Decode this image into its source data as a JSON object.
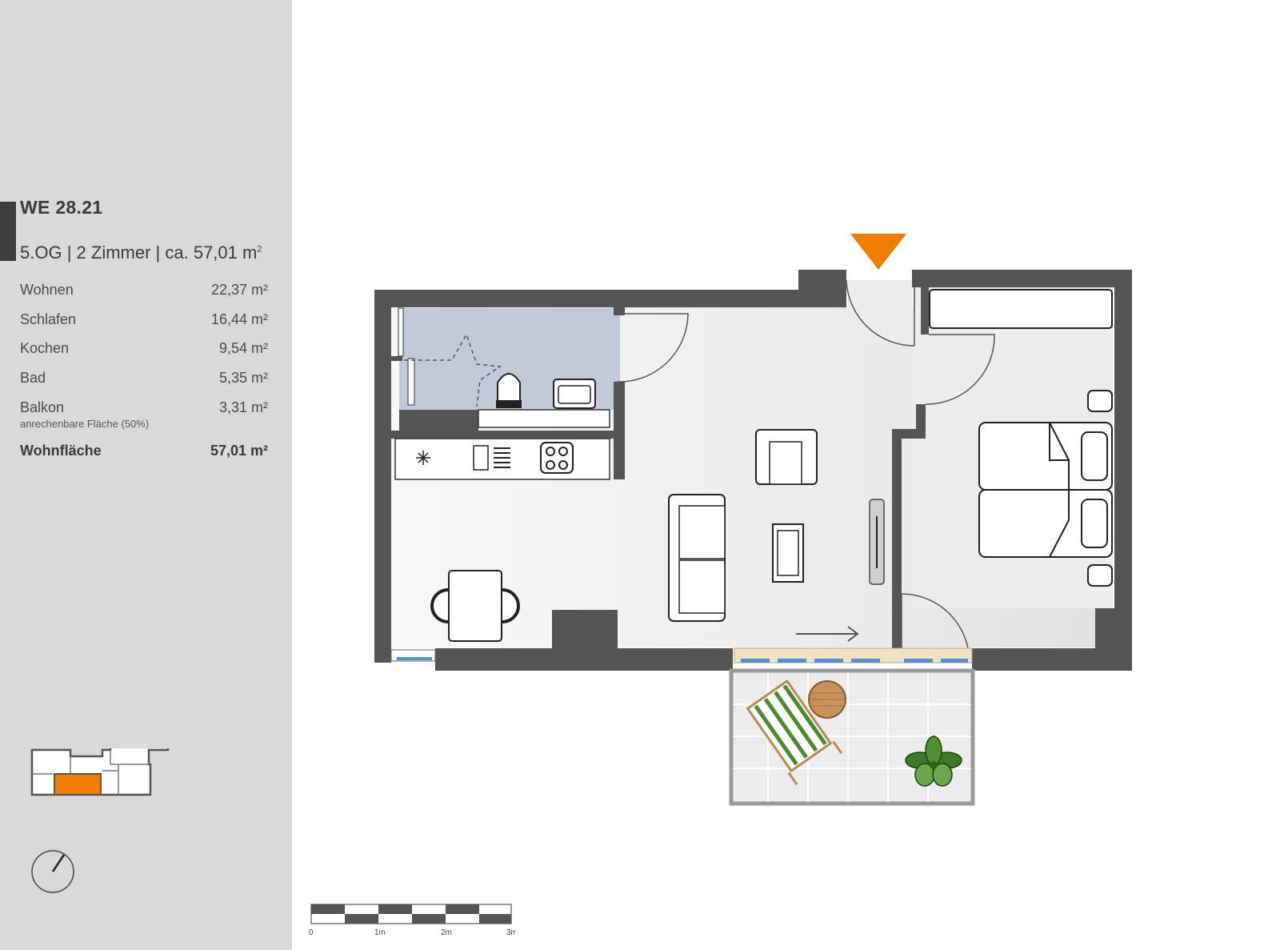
{
  "unit": {
    "title": "WE 28.21",
    "floor": "5.OG",
    "rooms_count": "2 Zimmer",
    "area": "ca. 57,01 m",
    "area_sup": "2"
  },
  "rooms": [
    {
      "name": "Wohnen",
      "area": "22,37 m²"
    },
    {
      "name": "Schlafen",
      "area": "16,44 m²"
    },
    {
      "name": "Kochen",
      "area": "9,54 m²"
    },
    {
      "name": "Bad",
      "area": "5,35 m²"
    },
    {
      "name": "Balkon",
      "area": "3,31 m²",
      "note": "anrechenbare Fläche (50%)"
    }
  ],
  "total": {
    "name": "Wohnfläche",
    "area": "57,01 m²"
  },
  "scale": {
    "labels": [
      "0",
      "1m",
      "2m",
      "3m"
    ]
  },
  "colors": {
    "sidebar": "#d9d9d9",
    "wall": "#555555",
    "bathroom": "#c2cad9",
    "entrance_marker": "#ef7d00",
    "keyplan_highlight": "#ef7d00"
  }
}
